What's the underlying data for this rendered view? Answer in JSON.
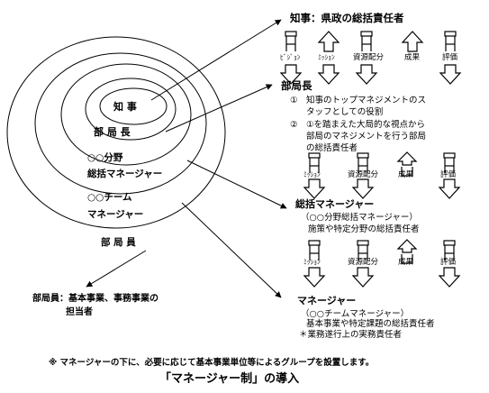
{
  "circles": {
    "chiji": "知 事",
    "buchokyokucho": "部 局 長",
    "bunya_line1": "○○分野",
    "bunya_line2": "総括マネージャー",
    "team_line1": "○○チーム",
    "team_line2": "マネージャー",
    "bukyokuin": "部 局 員"
  },
  "bukyokuin_note": {
    "line1": "部局員：基本事業、事務事業の",
    "line2": "担当者"
  },
  "section_chiji": {
    "title": "知事：県政の総括責任者",
    "icon_labels": [
      "ﾋﾞｼﾞｮﾝ",
      "ﾐｯｼｮﾝ",
      "資源配分",
      "成果",
      "評価"
    ]
  },
  "section_bukyokucho": {
    "title": "部局長",
    "item1_num": "①",
    "item1_line1": "知事のトップマネジメントのス",
    "item1_line2": "タッフとしての役割",
    "item2_num": "②",
    "item2_line1": "①を踏まえた大局的な視点から",
    "item2_line2": "部局のマネジメントを行う部局",
    "item2_line3": "の総括責任者",
    "icon_labels": [
      "ﾐｯｼｮﾝ",
      "資源配分",
      "成果",
      "評価"
    ]
  },
  "section_sokatsu": {
    "title": "総括マネージャー",
    "sub1": "（○○分野総括マネージャー）",
    "sub2": "施策や特定分野の総括責任者",
    "icon_labels": [
      "ﾐｯｼｮﾝ",
      "資源配分",
      "成果",
      "評価"
    ]
  },
  "section_manager": {
    "title": "マネージャー",
    "sub1": "（○○チームマネージャー）",
    "sub2": "基本事業や特定課題の総括責任者",
    "sub3": "＊業務遂行上の実務責任者"
  },
  "footer": {
    "note": "※ マネージャーの下に、必要に応じて基本事業単位等によるグループを設置します。",
    "caption": "「マネージャー制」の導入"
  }
}
